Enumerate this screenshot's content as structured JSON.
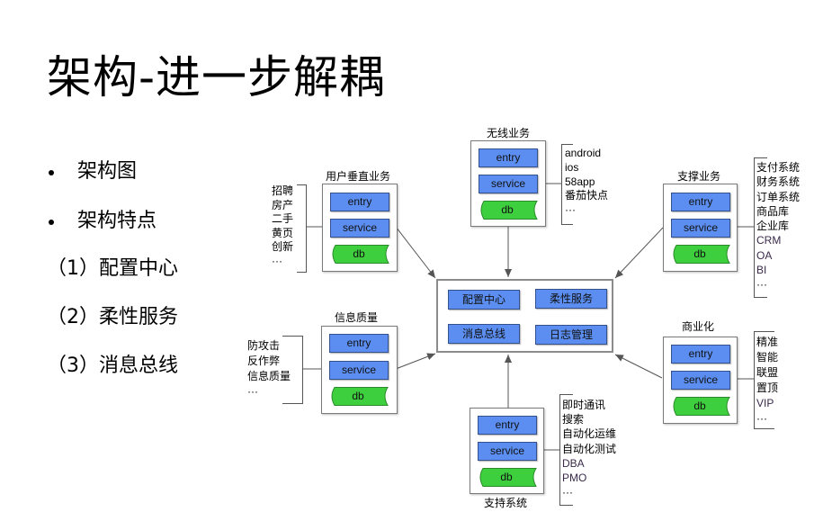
{
  "title": "架构-进一步解耦",
  "bullets": [
    {
      "text": "架构图"
    },
    {
      "text": "架构特点"
    }
  ],
  "features": [
    {
      "text": "（1）配置中心"
    },
    {
      "text": "（2）柔性服务"
    },
    {
      "text": "（3）消息总线"
    }
  ],
  "diagram": {
    "colors": {
      "chip": "#5b8ef0",
      "chip_border": "#34508f",
      "db": "#3ecf3e",
      "db_border": "#2a8a2a",
      "box_border": "#7a7a7a",
      "arrow": "#555555"
    },
    "core": {
      "items": [
        "配置中心",
        "柔性服务",
        "消息总线",
        "日志管理"
      ]
    },
    "services": {
      "user_vertical": {
        "title": "用户垂直业务",
        "entry": "entry",
        "service": "service",
        "db": "db",
        "list": [
          "招聘",
          "房产",
          "二手",
          "黄页",
          "创新",
          "···"
        ]
      },
      "wireless": {
        "title": "无线业务",
        "entry": "entry",
        "service": "service",
        "db": "db",
        "list": [
          "android",
          "ios",
          "58app",
          "番茄快点",
          "···"
        ]
      },
      "support_biz": {
        "title": "支撑业务",
        "entry": "entry",
        "service": "service",
        "db": "db",
        "list": [
          "支付系统",
          "财务系统",
          "订单系统",
          "商品库",
          "企业库",
          "CRM",
          "OA",
          "BI",
          "···"
        ]
      },
      "info_quality": {
        "title": "信息质量",
        "entry": "entry",
        "service": "service",
        "db": "db",
        "list": [
          "防攻击",
          "反作弊",
          "信息质量",
          "···"
        ]
      },
      "commercial": {
        "title": "商业化",
        "entry": "entry",
        "service": "service",
        "db": "db",
        "list": [
          "精准",
          "智能",
          "联盟",
          "置顶",
          "VIP",
          "···"
        ]
      },
      "support_sys": {
        "title": "支持系统",
        "entry": "entry",
        "service": "service",
        "db": "db",
        "list": [
          "即时通讯",
          "搜索",
          "自动化运维",
          "自动化测试",
          "DBA",
          "PMO",
          "···"
        ]
      }
    }
  }
}
